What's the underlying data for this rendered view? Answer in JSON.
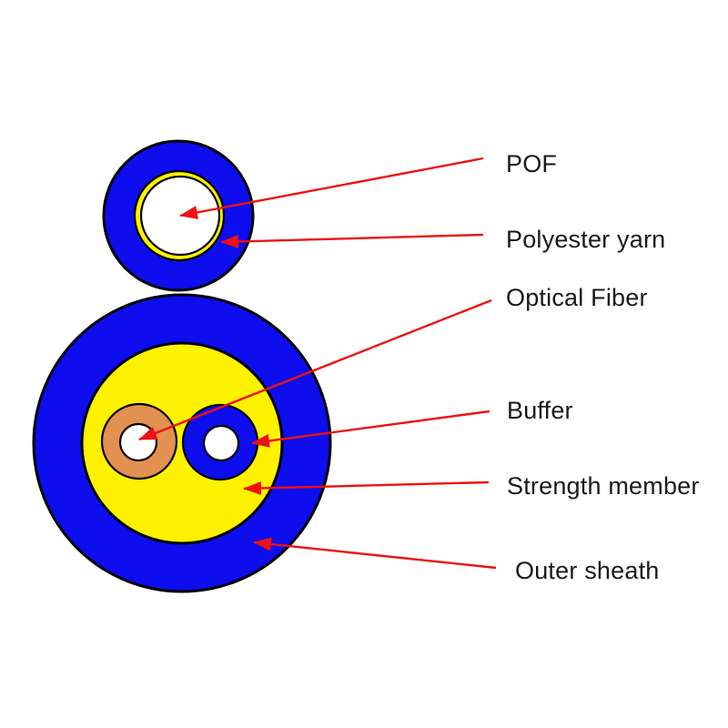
{
  "figure": {
    "labels": {
      "pof": "POF",
      "polyester_yarn": "Polyester yarn",
      "optical_fiber": "Optical Fiber",
      "buffer": "Buffer",
      "strength_member": "Strength member",
      "outer_sheath": "Outer sheath"
    },
    "colors": {
      "outer_sheath_blue": "#0d0dee",
      "strength_member_yellow": "#fef200",
      "buffer_orange": "#e29150",
      "core_white": "#ffffff",
      "outline_black": "#000000",
      "arrow_red": "#ee1111",
      "label_text": "#1a1a1a",
      "background": "#ffffff"
    }
  }
}
